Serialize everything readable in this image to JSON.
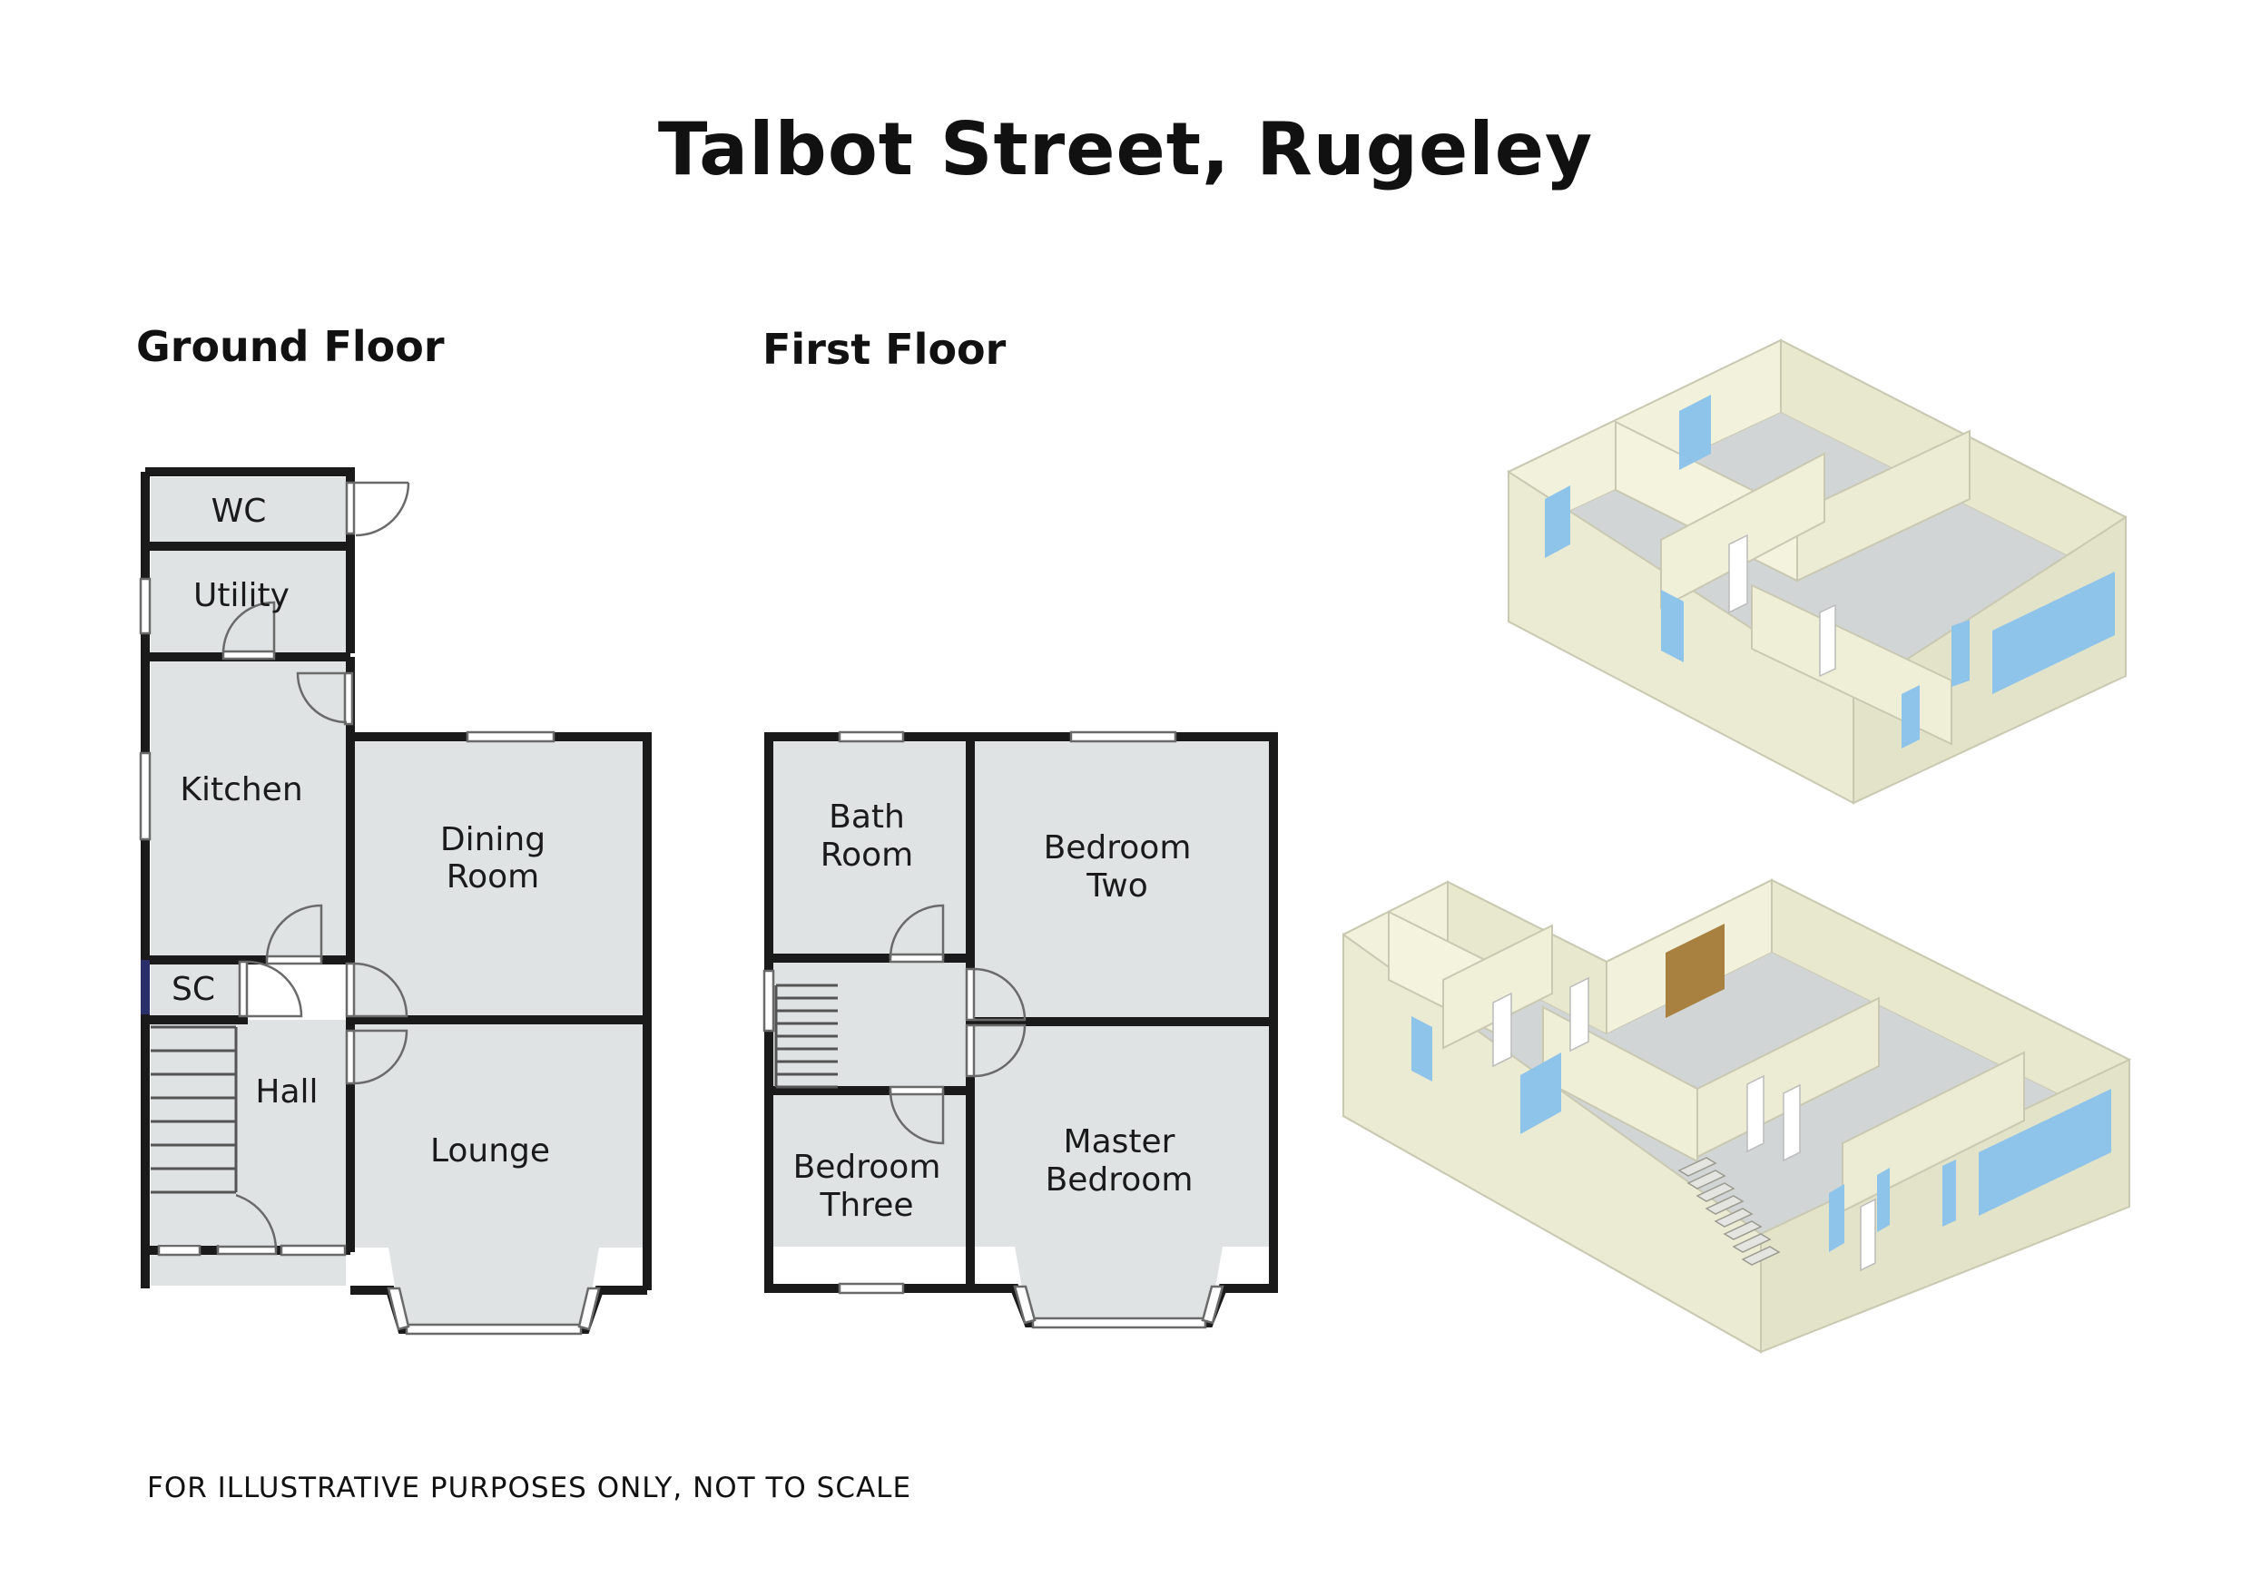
{
  "title": "Talbot Street, Rugeley",
  "ground_floor": {
    "heading": "Ground Floor",
    "rooms": {
      "wc": "WC",
      "utility": "Utility",
      "kitchen": "Kitchen",
      "dining_line1": "Dining",
      "dining_line2": "Room",
      "sc": "SC",
      "hall": "Hall",
      "lounge": "Lounge"
    }
  },
  "first_floor": {
    "heading": "First Floor",
    "rooms": {
      "bath_line1": "Bath",
      "bath_line2": "Room",
      "bed2_line1": "Bedroom",
      "bed2_line2": "Two",
      "bed3_line1": "Bedroom",
      "bed3_line2": "Three",
      "master_line1": "Master",
      "master_line2": "Bedroom"
    }
  },
  "disclaimer": "FOR ILLUSTRATIVE PURPOSES ONLY, NOT TO SCALE",
  "colors": {
    "room_fill": "#dfe3e3",
    "wall": "#1a1a1a",
    "iso_wall": "#efefd8",
    "iso_floor": "#cfd2d2",
    "iso_window": "#8ec3ea"
  }
}
